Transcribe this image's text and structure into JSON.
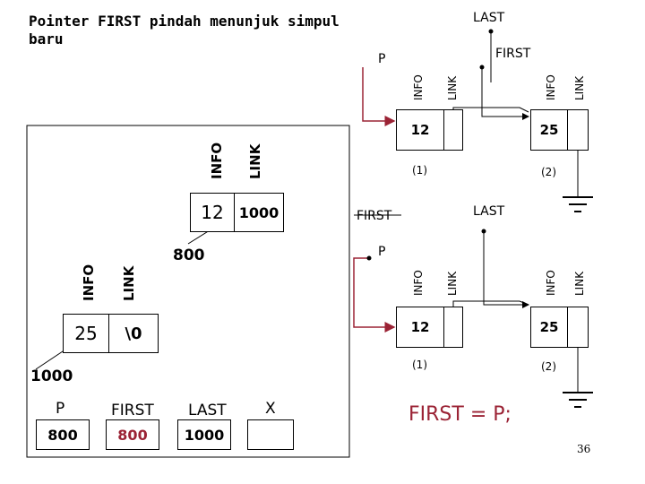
{
  "title": "Pointer FIRST pindah menunjuk simpul baru",
  "labels": {
    "info": "INFO",
    "link": "LINK",
    "p": "P",
    "first": "FIRST",
    "last": "LAST",
    "x": "X"
  },
  "inner_node_old": {
    "info": "12",
    "link": "1000",
    "address": "800"
  },
  "inner_node_new": {
    "info": "25",
    "link": "\\0",
    "address": "1000"
  },
  "top_list": {
    "node1": "12",
    "node2": "25",
    "mark1": "(1)",
    "mark2": "(2)"
  },
  "bottom_list": {
    "node1": "12",
    "node2": "25",
    "mark1": "(1)",
    "mark2": "(2)"
  },
  "vars": {
    "p": "800",
    "first": "800",
    "last": "1000",
    "x": ""
  },
  "statement": "FIRST = P;",
  "page_number": "36",
  "colors": {
    "pointer_p": "#9b2335",
    "line": "#000000",
    "box_border": "#000000"
  }
}
